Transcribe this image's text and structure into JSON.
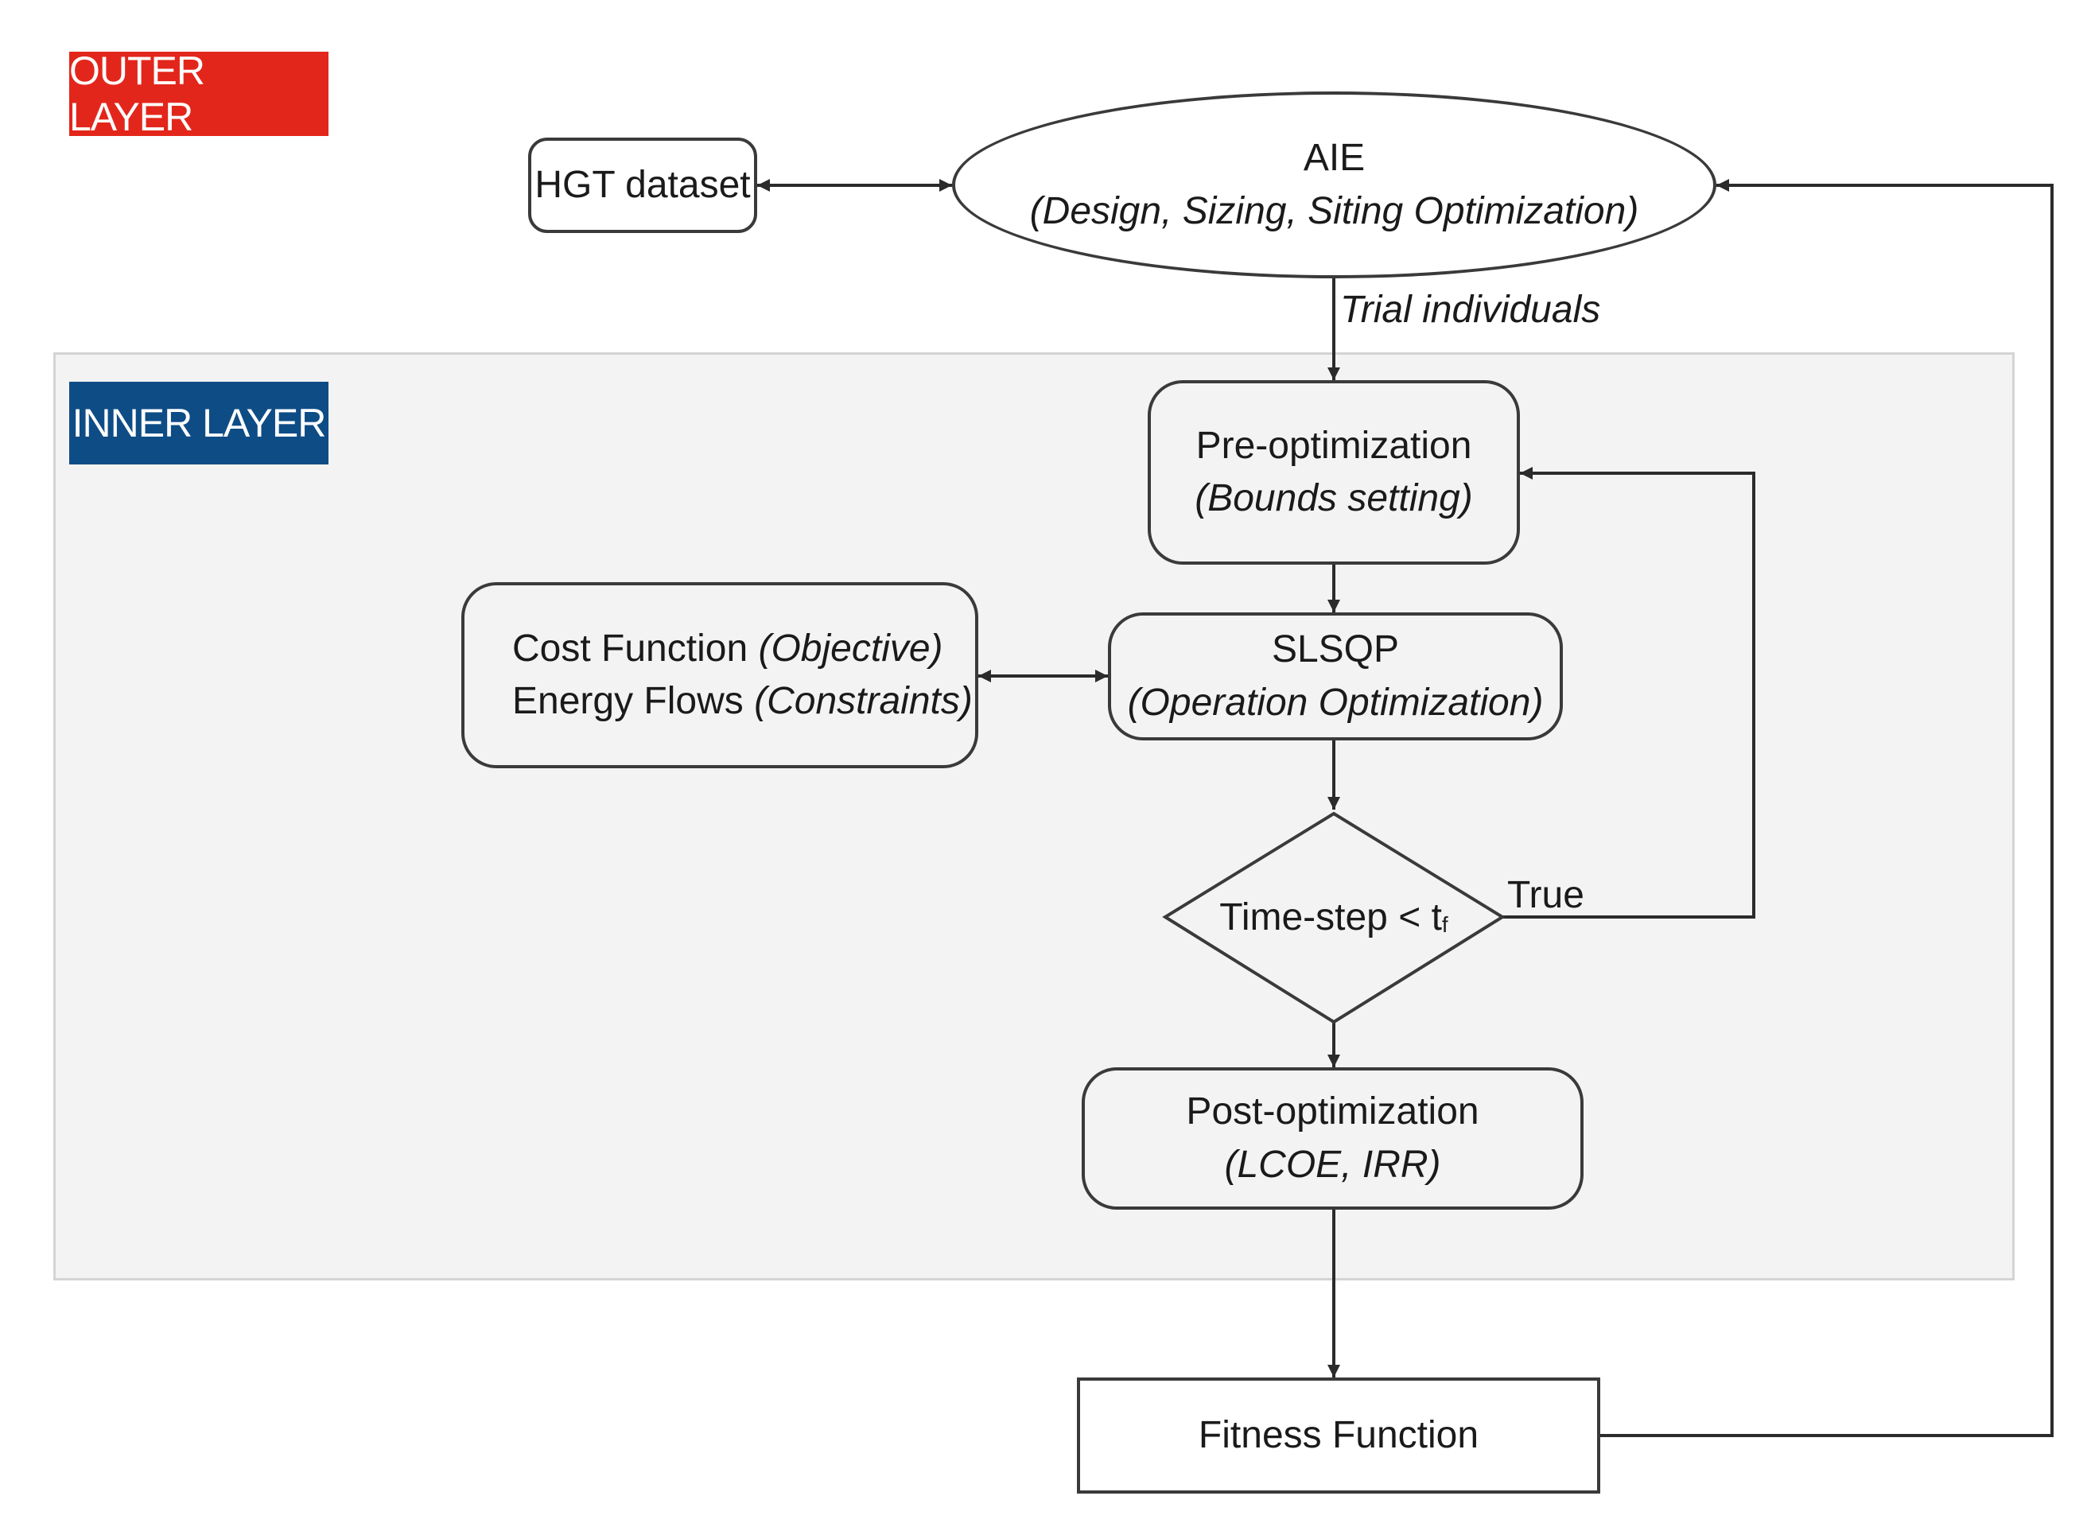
{
  "layers": {
    "outer_label": "OUTER LAYER",
    "inner_label": "INNER LAYER",
    "outer_color": "#e3261b",
    "inner_color": "#0e4c86"
  },
  "nodes": {
    "hgt": {
      "label": "HGT dataset"
    },
    "aie": {
      "title": "AIE",
      "subtitle": "(Design, Sizing, Siting Optimization)"
    },
    "pre_opt": {
      "title": "Pre-optimization",
      "subtitle": "(Bounds setting)"
    },
    "cost": {
      "line1_main": "Cost Function",
      "line1_italic": "(Objective)",
      "line2_main": "Energy Flows",
      "line2_italic": "(Constraints)"
    },
    "slsqp": {
      "title": "SLSQP",
      "subtitle": "(Operation Optimization)"
    },
    "decision": {
      "label": "Time-step < t",
      "subscript": "f"
    },
    "post_opt": {
      "title": "Post-optimization",
      "subtitle": "(LCOE, IRR)"
    },
    "fitness": {
      "label": "Fitness Function"
    }
  },
  "edges": {
    "trial_label": "Trial individuals",
    "true_label": "True"
  }
}
